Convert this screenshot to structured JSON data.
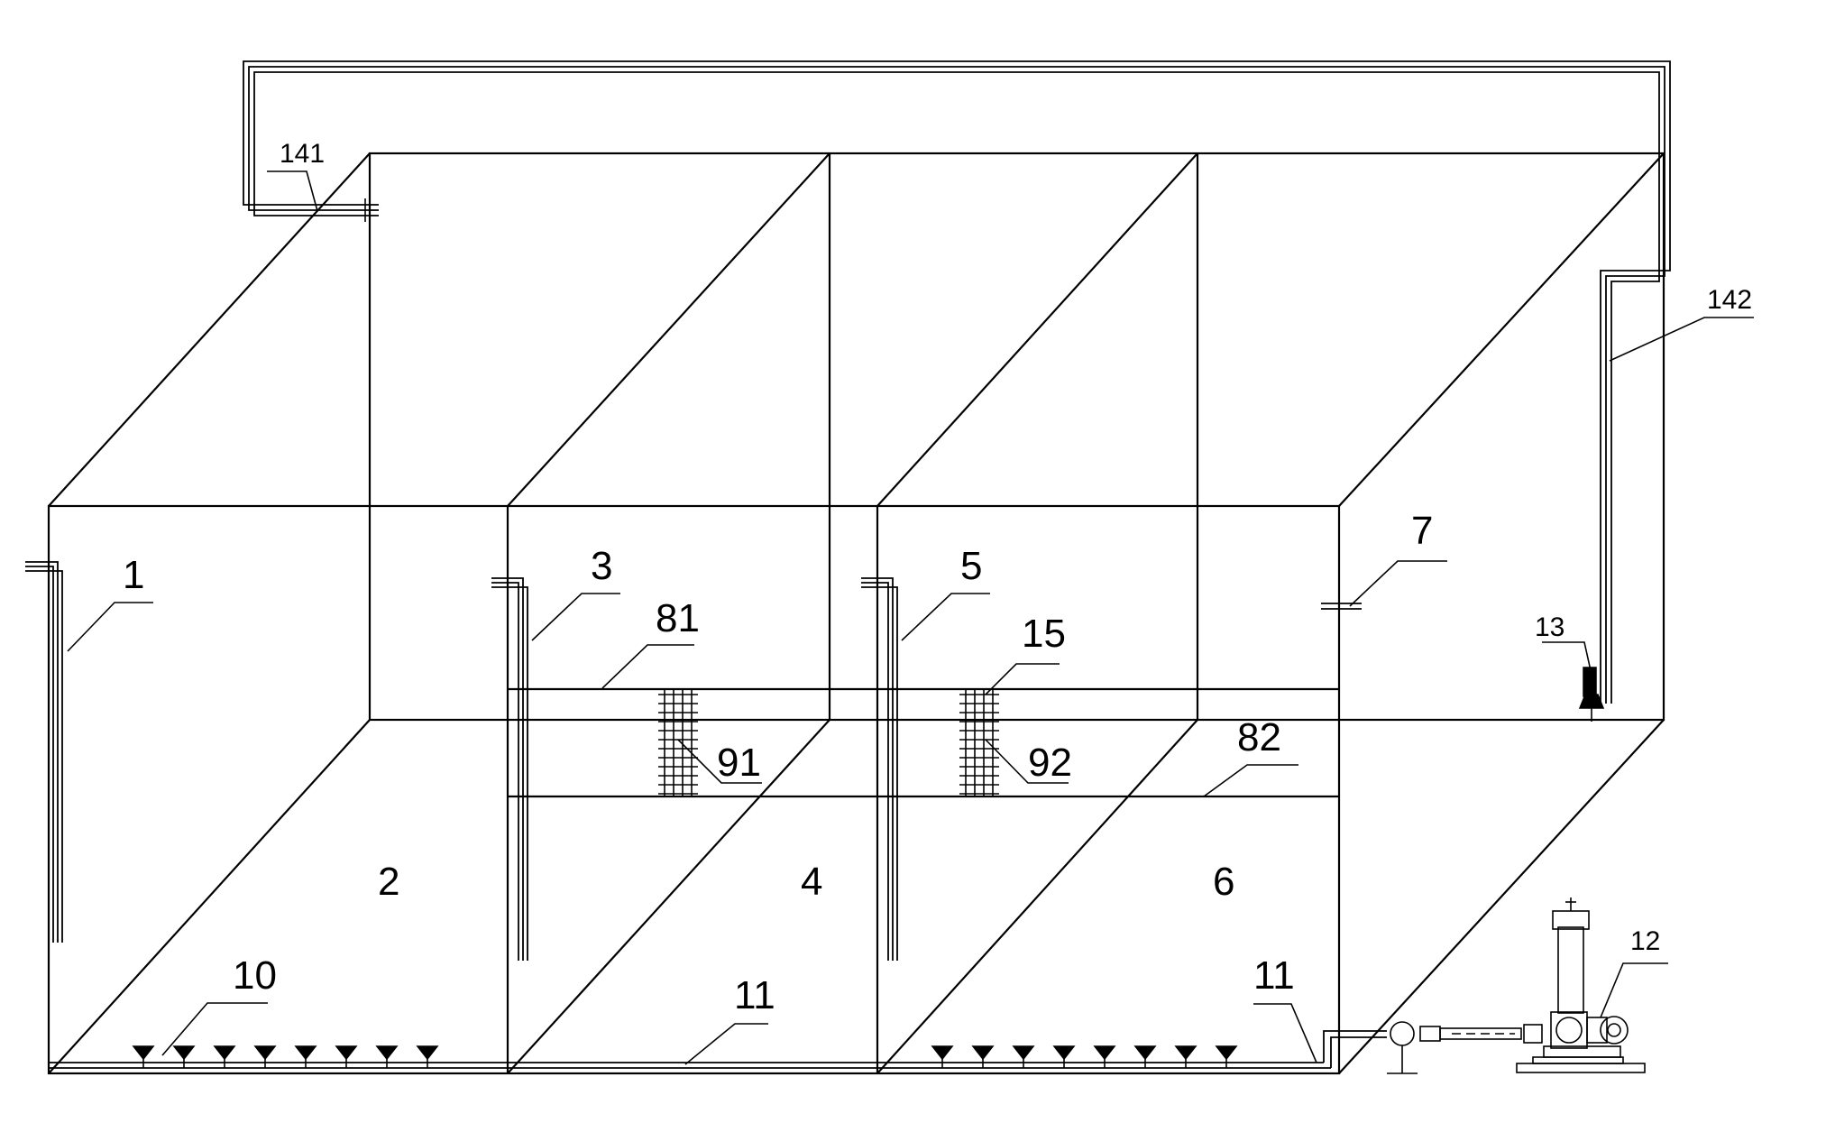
{
  "labels": {
    "l1": "1",
    "l2": "2",
    "l3": "3",
    "l4": "4",
    "l5": "5",
    "l6": "6",
    "l7": "7",
    "l10": "10",
    "l11a": "11",
    "l11b": "11",
    "l12": "12",
    "l13": "13",
    "l15": "15",
    "l81": "81",
    "l82": "82",
    "l91": "91",
    "l92": "92",
    "l141": "141",
    "l142": "142"
  }
}
